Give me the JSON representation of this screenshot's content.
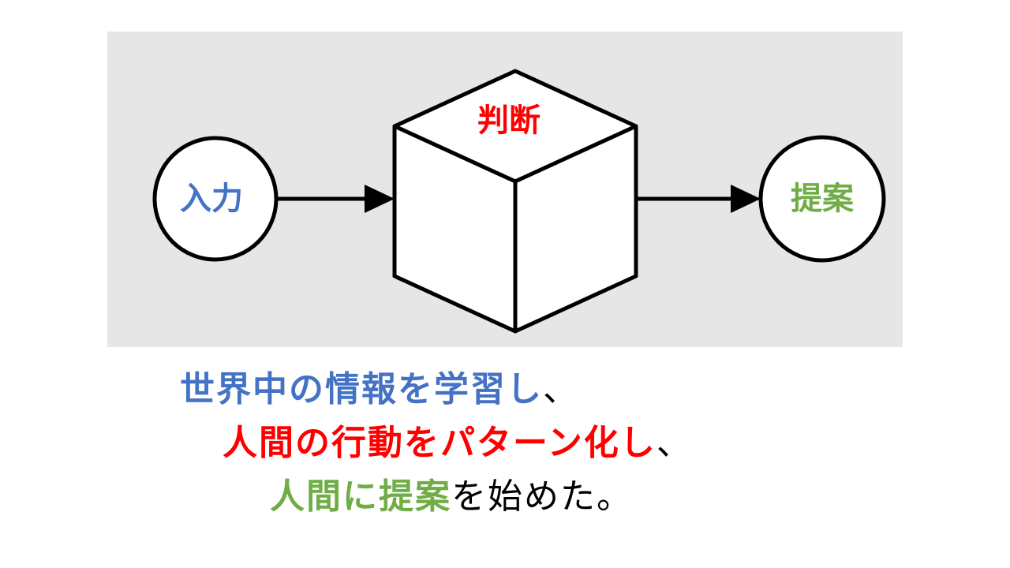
{
  "diagram": {
    "input_label": "入力",
    "judgment_label": "判断",
    "output_label": "提案"
  },
  "colors": {
    "background_panel": "#e6e6e6",
    "blue": "#4472c4",
    "red": "#ff0000",
    "green": "#70ad47",
    "black": "#000000"
  },
  "caption": {
    "line1": {
      "part1": "世界中の情報を学習し",
      "part2": "、"
    },
    "line2": {
      "part1": "人間の行動をパターン化し",
      "part2": "、"
    },
    "line3": {
      "part1": "人間に提案",
      "part2": "を始めた。"
    }
  }
}
